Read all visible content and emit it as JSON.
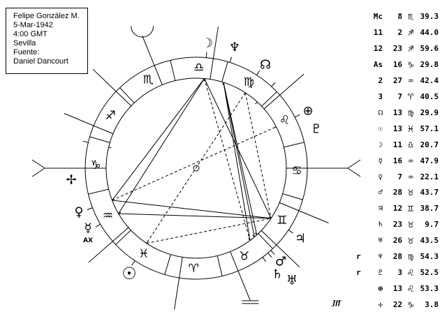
{
  "info": {
    "name": "Felipe González M.",
    "date": "5-Mar-1942",
    "time": "4:00 GMT",
    "place": "Sevilla",
    "source_label": "Fuente:",
    "source": "Daniel Dancourt"
  },
  "ascendant_longitude": 286.5,
  "signs": [
    "♈",
    "♉",
    "♊",
    "♋",
    "♌",
    "♍",
    "♎",
    "♏",
    "♐",
    "♑",
    "♒",
    "♓"
  ],
  "houses": [
    {
      "name": "Mc",
      "lon": 218.66
    },
    {
      "name": "11",
      "lon": 242.73
    },
    {
      "name": "12",
      "lon": 263.99
    },
    {
      "name": "As",
      "lon": 286.5
    },
    {
      "name": "2",
      "lon": 327.71
    },
    {
      "name": "3",
      "lon": 7.68
    }
  ],
  "planets": [
    {
      "id": "node",
      "glyph": "☊",
      "lon": 163.5
    },
    {
      "id": "sun",
      "glyph": "☉",
      "lon": 343.0
    },
    {
      "id": "moon",
      "glyph": "☽",
      "lon": 191.35
    },
    {
      "id": "mercury",
      "glyph": "☿",
      "lon": 316.8,
      "sub": "AX"
    },
    {
      "id": "venus",
      "glyph": "♀",
      "lon": 307.37
    },
    {
      "id": "mars",
      "glyph": "♂",
      "lon": 58.73
    },
    {
      "id": "jupiter",
      "glyph": "♃",
      "lon": 72.65
    },
    {
      "id": "saturn",
      "glyph": "♄",
      "lon": 53.16
    },
    {
      "id": "uranus",
      "glyph": "♅",
      "lon": 56.73
    },
    {
      "id": "neptune",
      "glyph": "♆",
      "lon": 178.9
    },
    {
      "id": "pluto",
      "glyph": "♇",
      "lon": 153.88
    },
    {
      "id": "fortune",
      "glyph": "⊕",
      "lon": 133.89
    },
    {
      "id": "vertex",
      "glyph": "✢",
      "lon": 273.06
    }
  ],
  "aspects": [
    {
      "a": "moon",
      "b": "venus",
      "style": "solid"
    },
    {
      "a": "moon",
      "b": "mercury",
      "style": "solid"
    },
    {
      "a": "moon",
      "b": "jupiter",
      "style": "solid"
    },
    {
      "a": "venus",
      "b": "jupiter",
      "style": "solid"
    },
    {
      "a": "mercury",
      "b": "jupiter",
      "style": "solid"
    },
    {
      "a": "neptune",
      "b": "mars",
      "style": "solid"
    },
    {
      "a": "neptune",
      "b": "saturn",
      "style": "solid"
    },
    {
      "a": "neptune",
      "b": "uranus",
      "style": "solid"
    },
    {
      "a": "node",
      "b": "sun",
      "style": "dashed"
    },
    {
      "a": "sun",
      "b": "jupiter",
      "style": "dashed"
    },
    {
      "a": "node",
      "b": "jupiter",
      "style": "dashed"
    },
    {
      "a": "venus",
      "b": "fortune",
      "style": "dashed"
    },
    {
      "a": "moon",
      "b": "saturn",
      "style": "dashed"
    }
  ],
  "table": [
    {
      "label": "Mc",
      "deg": "8",
      "sign": "♏",
      "min": "39.3"
    },
    {
      "label": "11",
      "deg": "2",
      "sign": "♐",
      "min": "44.0"
    },
    {
      "label": "12",
      "deg": "23",
      "sign": "♐",
      "min": "59.6"
    },
    {
      "label": "As",
      "deg": "16",
      "sign": "♑",
      "min": "29.8"
    },
    {
      "label": "2",
      "deg": "27",
      "sign": "♒",
      "min": "42.4"
    },
    {
      "label": "3",
      "deg": "7",
      "sign": "♈",
      "min": "40.5"
    },
    {
      "label": "☊",
      "deg": "13",
      "sign": "♍",
      "min": "29.9"
    },
    {
      "label": "☉",
      "deg": "13",
      "sign": "♓",
      "min": "57.1"
    },
    {
      "label": "☽",
      "deg": "11",
      "sign": "♎",
      "min": "20.7"
    },
    {
      "label": "☿",
      "deg": "16",
      "sign": "♒",
      "min": "47.9"
    },
    {
      "label": "♀",
      "deg": "7",
      "sign": "♒",
      "min": "22.1"
    },
    {
      "label": "♂",
      "deg": "28",
      "sign": "♉",
      "min": "43.7"
    },
    {
      "label": "♃",
      "deg": "12",
      "sign": "♊",
      "min": "38.7"
    },
    {
      "label": "♄",
      "deg": "23",
      "sign": "♉",
      "min": "9.7"
    },
    {
      "label": "♅",
      "deg": "26",
      "sign": "♉",
      "min": "43.5"
    },
    {
      "label": "♆",
      "deg": "28",
      "sign": "♍",
      "min": "54.3",
      "retro": "r"
    },
    {
      "label": "♇",
      "deg": "3",
      "sign": "♌",
      "min": "52.5",
      "retro": "r"
    },
    {
      "label": "⊕",
      "deg": "13",
      "sign": "♌",
      "min": "53.3"
    },
    {
      "label": "✢",
      "deg": "22",
      "sign": "♑",
      "min": "3.8"
    }
  ],
  "logo": "Jff"
}
